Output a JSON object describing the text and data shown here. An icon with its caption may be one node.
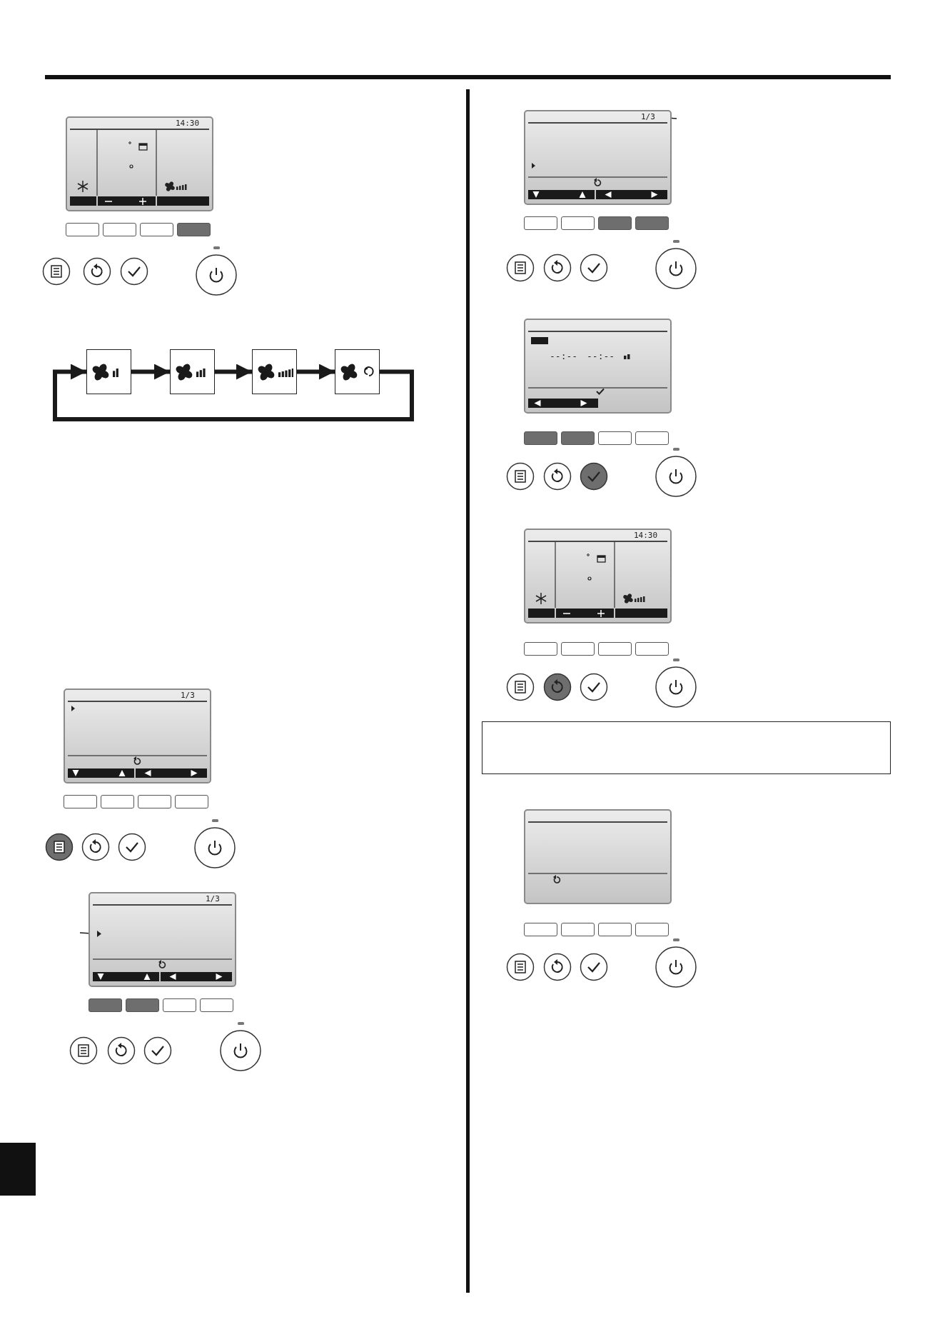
{
  "diagram": {
    "nodes": [
      {
        "text": [],
        "shape": "box"
      },
      {
        "text": [],
        "shape": "box"
      },
      {
        "text": [],
        "shape": "box"
      },
      {
        "text": [],
        "shape": "box"
      },
      {
        "text": [
          "1/3"
        ]
      },
      {
        "text": [],
        "shape": "triangle"
      }
    ],
    "edges": [
      {
        "from": 0,
        "to": 1,
        "arrow": "to"
      },
      {
        "from": 1,
        "to": 2,
        "arrow": "to"
      },
      {
        "from": 2,
        "to": 3,
        "arrow": "to"
      },
      {
        "from": 3,
        "to": 0,
        "arrow": "to"
      },
      {
        "from": null,
        "to": 4,
        "arrow": "none"
      },
      {
        "from": null,
        "to": 5,
        "arrow": "to"
      }
    ],
    "labels": [
      "14:30",
      "1/3",
      "1/3",
      "--:--",
      "--:--",
      "14:30"
    ]
  }
}
